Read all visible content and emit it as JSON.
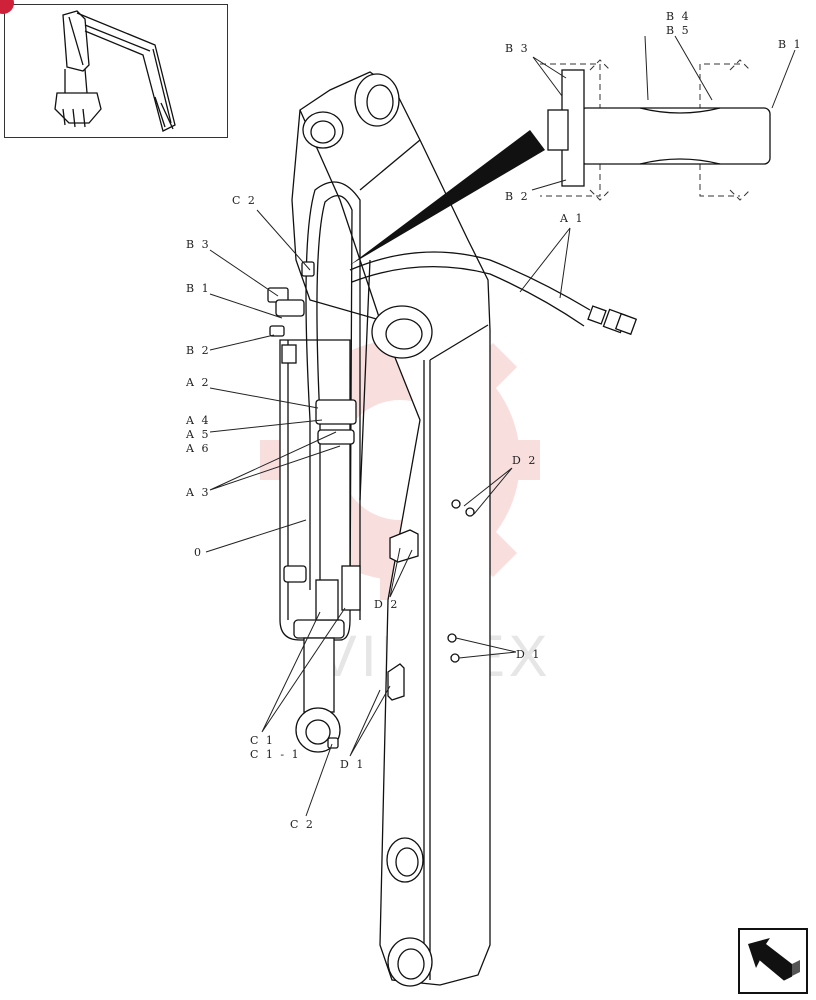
{
  "watermark": {
    "text": "VIHTEX"
  },
  "labels": {
    "b4": "B 4",
    "b5": "B 5",
    "b3_detail": "B 3",
    "b1_detail": "B 1",
    "b2_detail": "B 2",
    "a1": "A 1",
    "c2_top": "C 2",
    "b3": "B 3",
    "b1": "B 1",
    "b2": "B 2",
    "a2": "A 2",
    "a4": "A 4",
    "a5": "A 5",
    "a6": "A 6",
    "a3": "A 3",
    "o": "0",
    "d2_top": "D 2",
    "d2_mid": "D 2",
    "d1_right": "D 1",
    "c1": "C 1",
    "c1_1": "C 1 - 1",
    "d1_bottom": "D 1",
    "c2_bottom": "C 2"
  },
  "icons": {
    "corner_badge": "red-circle-badge",
    "nav": "return-arrow-icon",
    "thumbnail": "excavator-thumbnail"
  },
  "colors": {
    "line": "#111111",
    "watermark": "#f2b8b8",
    "badge": "#d0213b"
  }
}
